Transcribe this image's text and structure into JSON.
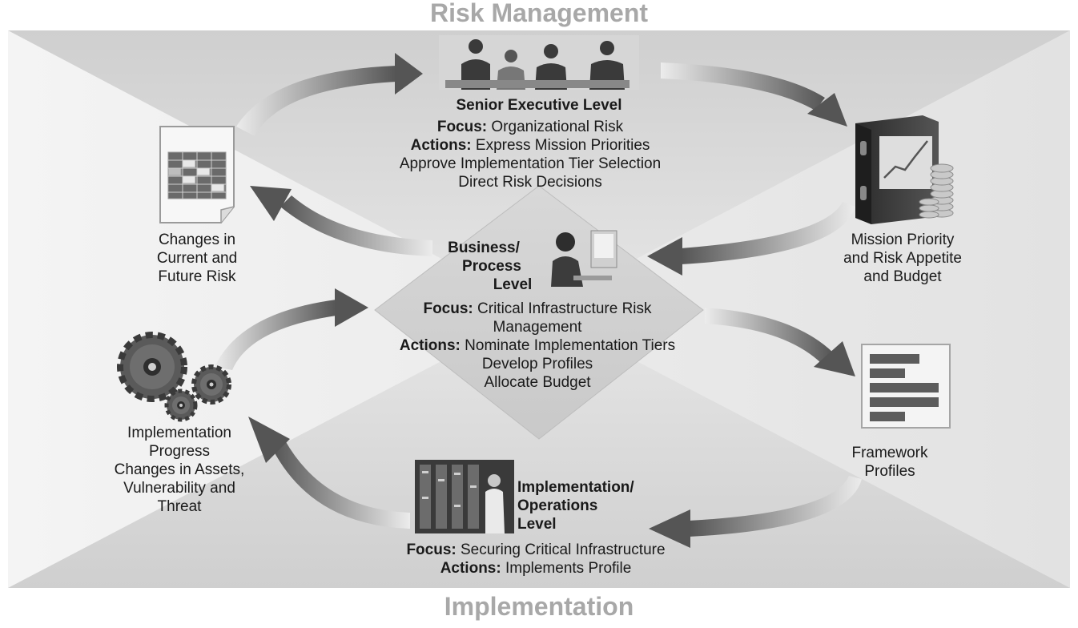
{
  "diagram": {
    "title_top": "Risk Management",
    "title_bottom": "Implementation",
    "senior": {
      "heading": "Senior Executive Level",
      "focus_label": "Focus:",
      "focus_text": "Organizational Risk",
      "actions_label": "Actions:",
      "actions_text": "Express Mission Priorities",
      "action_line_2": "Approve Implementation Tier Selection",
      "action_line_3": "Direct Risk Decisions"
    },
    "business": {
      "heading_line_1": "Business/",
      "heading_line_2": "Process",
      "heading_line_3": "Level",
      "focus_label": "Focus:",
      "focus_text": "Critical Infrastructure Risk",
      "focus_line_2": "Management",
      "actions_label": "Actions:",
      "actions_text": "Nominate Implementation Tiers",
      "action_line_2": "Develop Profiles",
      "action_line_3": "Allocate Budget"
    },
    "operations": {
      "heading_line_1": "Implementation/",
      "heading_line_2": "Operations",
      "heading_line_3": "Level",
      "focus_label": "Focus:",
      "focus_text": "Securing Critical Infrastructure",
      "actions_label": "Actions:",
      "actions_text": "Implements Profile"
    },
    "changes_risk": [
      "Changes in",
      "Current and",
      "Future Risk"
    ],
    "mission_priority": [
      "Mission Priority",
      "and Risk Appetite",
      "and Budget"
    ],
    "framework_profiles": [
      "Framework",
      "Profiles"
    ],
    "implementation_progress": [
      "Implementation",
      "Progress",
      "Changes in Assets,",
      "Vulnerability and",
      "Threat"
    ]
  }
}
